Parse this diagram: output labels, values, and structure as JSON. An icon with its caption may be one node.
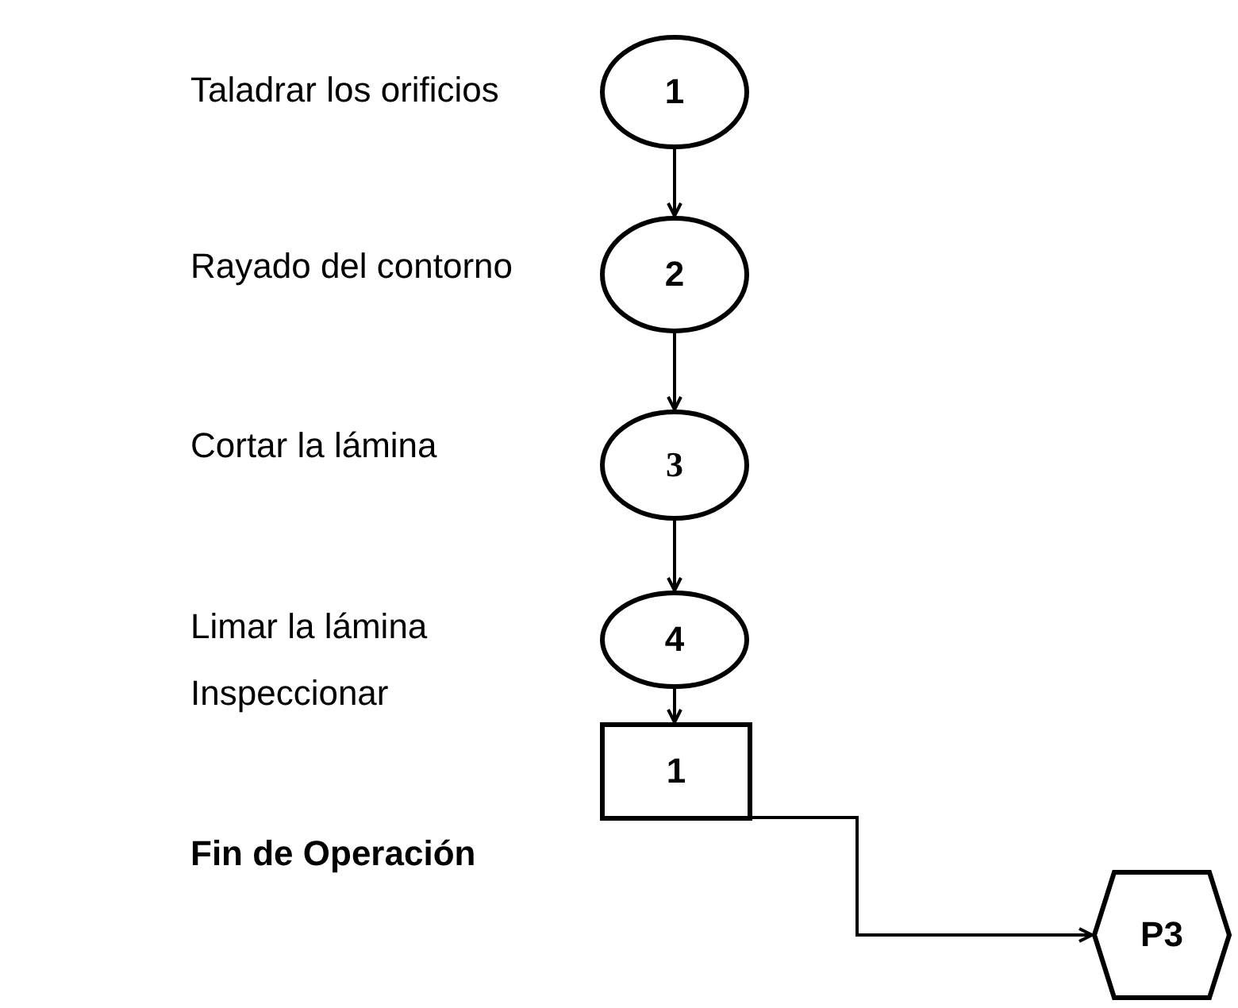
{
  "diagram": {
    "nodes": [
      {
        "text": [
          "1"
        ]
      },
      {
        "text": [
          "2"
        ]
      },
      {
        "text": [
          "3"
        ]
      },
      {
        "text": [
          "4"
        ]
      },
      {
        "text": [
          "1"
        ]
      },
      {
        "text": [
          "P3"
        ]
      }
    ],
    "edges": [
      {
        "from": 0,
        "to": 1,
        "arrow": "to"
      },
      {
        "from": 1,
        "to": 2,
        "arrow": "to"
      },
      {
        "from": 2,
        "to": 3,
        "arrow": "to"
      },
      {
        "from": 3,
        "to": 4,
        "arrow": "to"
      },
      {
        "from": 4,
        "to": 5,
        "arrow": "to"
      }
    ],
    "labels": [
      "Taladrar los orificios",
      "Rayado del contorno",
      "Cortar la lámina",
      "Limar la lámina",
      "Inspeccionar",
      "Fin de Operación"
    ]
  }
}
